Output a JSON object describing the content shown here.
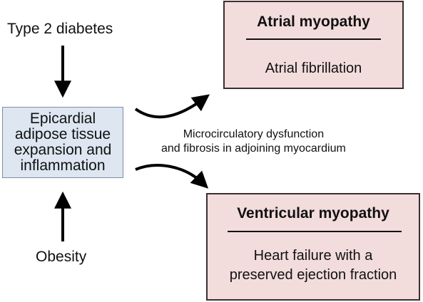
{
  "inputs": {
    "top": "Type 2 diabetes",
    "bottom": "Obesity"
  },
  "center": {
    "text": "Epicardial\nadipose tissue\nexpansion and\ninflammation"
  },
  "mechanism": {
    "text": "Microcirculatory dysfunction\nand fibrosis in adjoining myocardium"
  },
  "outcomes": {
    "atrial": {
      "title": "Atrial myopathy",
      "body": "Atrial fibrillation"
    },
    "ventricular": {
      "title": "Ventricular myopathy",
      "body": "Heart failure with a\npreserved ejection fraction"
    }
  },
  "colors": {
    "center_fill": "#dde6f1",
    "center_border": "#7c8ea6",
    "outcome_fill": "#f3dcdc",
    "outcome_border": "#3b2f2f",
    "arrow": "#000000"
  }
}
